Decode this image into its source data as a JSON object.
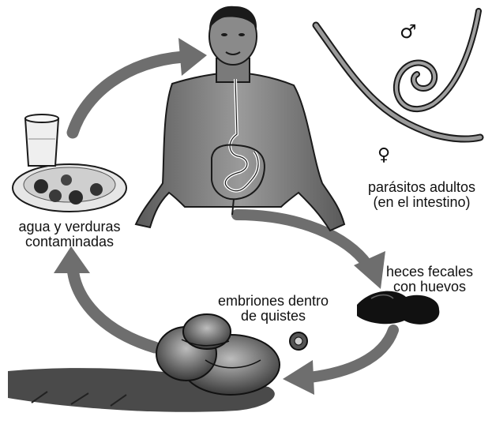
{
  "labels": {
    "parasites": [
      "parásitos adultos",
      "(en el intestino)"
    ],
    "food": [
      "agua y verduras",
      "contaminadas"
    ],
    "feces": [
      "heces fecales",
      "con huevos"
    ],
    "embryos": [
      "embriones dentro",
      "de quistes"
    ]
  },
  "symbols": {
    "male": "♂",
    "female": "♀"
  },
  "colors": {
    "arrow": "#6e6e6e",
    "ink": "#1a1a1a",
    "skin": "#8a8a8a",
    "background": "#ffffff"
  }
}
